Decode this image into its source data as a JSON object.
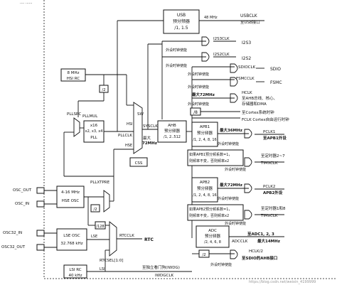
{
  "top_stub": "···· ······",
  "usb": {
    "name": "USB",
    "l1": "预分频器",
    "l2": "/1, 1.5",
    "freq": "48 MHz",
    "clk": "USBCLK",
    "dest": "至USB接口"
  },
  "i2s": {
    "clk3": "I2S3CLK",
    "dest3": "I2S3",
    "clk2": "I2S2CLK",
    "dest2": "I2S2",
    "enable": "外设时钟使能"
  },
  "sdio": {
    "clk": "SDIOCLK",
    "dest": "SDIO",
    "enable": "外设时钟使能"
  },
  "fsmc": {
    "clk": "FSMCCLK",
    "dest": "FSMC",
    "enable": "外设时钟使能"
  },
  "hclk": {
    "max": "最大72MHz",
    "clk": "HCLK",
    "dest1": "至AHB总线、核心、",
    "dest2": "存储器和DMA",
    "enable": "外设时钟使能"
  },
  "systick": {
    "div": "/8",
    "dest": "至Cortex系统时钟"
  },
  "fclk": {
    "dest": "FCLK Cortex自由运行时钟"
  },
  "hsi": {
    "l1": "8 MHz",
    "l2": "HSI RC",
    "hsi_label": "HSI",
    "div2": "/2"
  },
  "pll": {
    "src": "PLLSRC",
    "mul": "PLLMUL",
    "m1": "x16",
    "m2": "x2, x3, x4",
    "name": "PLL",
    "pllclk": "PLLCLK"
  },
  "sysclk_sel": {
    "sw": "SW",
    "hsi": "HSI",
    "pllclk": "PLLCLK",
    "hse": "HSE",
    "sysclk": "SYSCLK",
    "max1": "最大",
    "max2": "72MHz"
  },
  "ahb": {
    "name": "AHB",
    "l1": "预分频器",
    "l2": "/1, 2..512"
  },
  "css": "CSS",
  "apb1": {
    "name": "APB1",
    "l1": "预分频器",
    "l2": "/1, 2, 4, 8, 16",
    "max": "最大36MHz",
    "pclk": "PCLK1",
    "dest": "至APB1外设",
    "enable": "外设时钟使能",
    "tim_note1": "如果APB1预分频系数=1，",
    "tim_note2": "则频率不变，否则频率x2",
    "tim_dest1": "至定时器2~7",
    "tim_clk": "TIMXCLK",
    "tim_enable": "外设时钟使能"
  },
  "apb2": {
    "name": "APB2",
    "l1": "预分频器",
    "l2": "/1, 2, 4, 8, 16",
    "max": "最大72MHz",
    "pclk": "PCLK2",
    "dest": "APB2外设",
    "enable": "外设时钟使能",
    "tim_note1": "如果APB2预分频系数=1，",
    "tim_note2": "则频率不变，否则频率x2",
    "tim_dest1": "至定时器1和8",
    "tim_clk": "TIMxCLK",
    "tim_enable": "外设时钟使能"
  },
  "adc": {
    "name": "ADC",
    "l1": "预分频器",
    "l2": "/2, 4, 6, 8",
    "clk": "ADCCLK",
    "dest": "至ADC1, 2, 3",
    "max": "最大14MHz"
  },
  "hclk2": {
    "div": "/2",
    "clk": "HCLK/2",
    "dest1": "至SDIO的AHB接口",
    "enable": "外设时钟使能"
  },
  "osc": {
    "out": "OSC_OUT",
    "in": "OSC_IN",
    "l1": "4-16 MHz",
    "l2": "HSE OSC",
    "xtpre": "PLLXTPRE",
    "div2": "/2",
    "div128": "/128"
  },
  "lse": {
    "in": "OSC32_IN",
    "out": "OSC32_OUT",
    "l1": "LSE OSC",
    "l2": "32.768 kHz",
    "lse_label": "LSE"
  },
  "rtc": {
    "clk": "RTCCLK",
    "sel": "RTCSEL[1:0]",
    "dest": "RTC"
  },
  "lsi": {
    "l1": "LSI RC",
    "l2": "40 kHz",
    "label": "LSI",
    "wdg_note": "至独立看门狗(IWDG)",
    "wdg_clk": "IWDGCLK"
  },
  "watermark": "https://blog.csdn.net/weixin_4199999"
}
